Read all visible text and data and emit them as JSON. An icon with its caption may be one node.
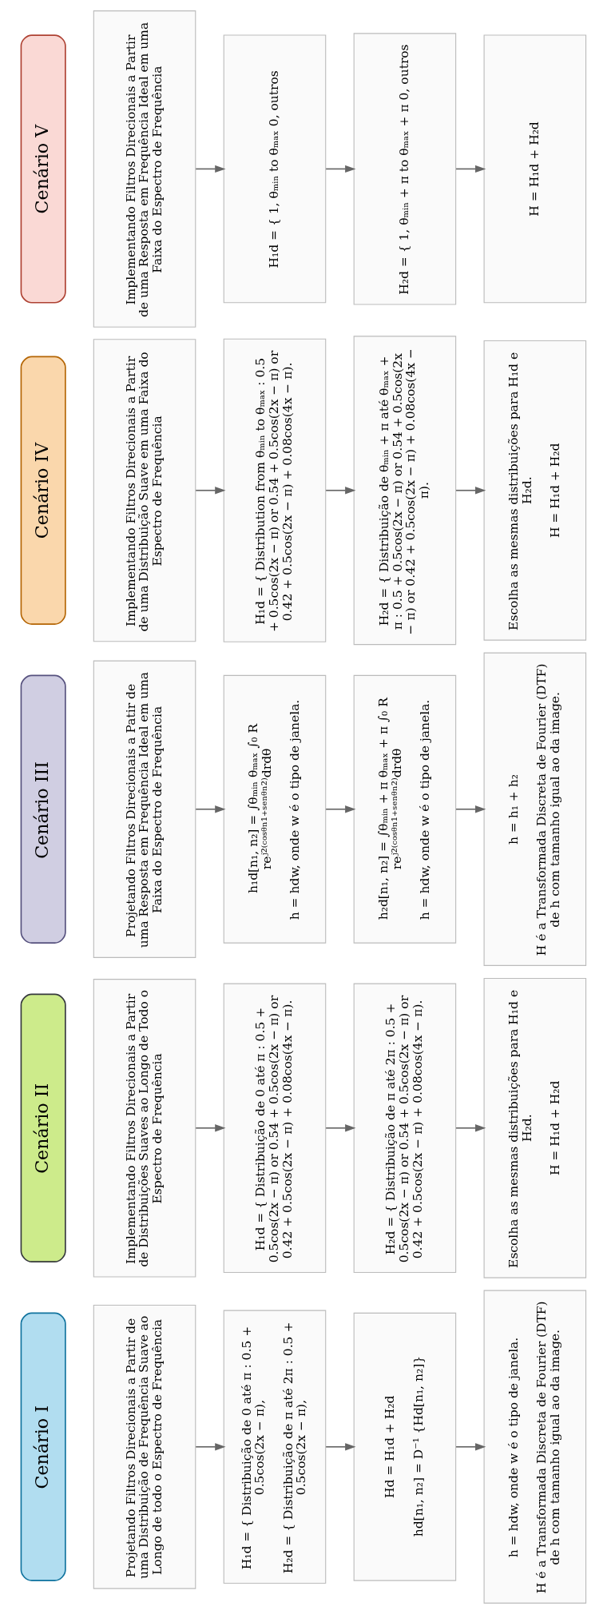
{
  "diagram": {
    "nodes": [
      {
        "text": [
          "Cenário I"
        ]
      },
      {
        "text": [
          "Projetando Filtros Direcionais a Partir de uma Distribuição de Frequência Suave ao Longo de todo o Espectro de Frequência"
        ]
      },
      {
        "text": [
          "H₁d = { Distribuição de 0 até π : 0.5 + 0.5cos(2x − π),",
          "H₂d = { Distribuição de π até 2π : 0.5 + 0.5cos(2x − π),"
        ]
      },
      {
        "text": [
          "Hd = H₁d + H₂d",
          "hd[n₁, n₂] = D⁻¹ {Hd[n₁, n₂]}"
        ]
      },
      {
        "text": [
          "h = hdw, onde w é o tipo de janela.",
          "H é a Transformada Discreta de Fourier (DTF) de h com tamanho igual ao da image."
        ]
      },
      {
        "text": [
          "Cenário II"
        ]
      },
      {
        "text": [
          "Implementando Filtros Direcionais a Partir de Distribuições Suaves ao Longo de Todo o Espectro de Frequência"
        ]
      },
      {
        "text": [
          "H₁d = { Distribuição de 0 até π : 0.5 + 0.5cos(2x − π) or 0.54 + 0.5cos(2x − π) or 0.42 + 0.5cos(2x − π) + 0.08cos(4x − π)."
        ]
      },
      {
        "text": [
          "H₂d = { Distribuição de π até 2π : 0.5 + 0.5cos(2x − π) or 0.54 + 0.5cos(2x − π) or 0.42 + 0.5cos(2x − π) + 0.08cos(4x − π)."
        ]
      },
      {
        "text": [
          "Escolha as mesmas distribuições para H₁d e H₂d.",
          "H = H₁d + H₂d"
        ]
      },
      {
        "text": [
          "Cenário III"
        ]
      },
      {
        "text": [
          "Projetando Filtros Direcionais a Patir de uma Resposta em Frequência Ideal em uma Faixa do Espectro de Frequência"
        ]
      },
      {
        "text": [
          "h₁d[n₁, n₂] = ∫θₘᵢₙ θₘₐₓ ∫₀ R reʲ²⁽ᶜᵒˢᶿⁿ¹⁺ˢᵉⁿᶿⁿ²⁾drdθ",
          "h = hdw, onde w é o tipo de janela."
        ]
      },
      {
        "text": [
          "h₂d[n₁, n₂] = ∫θₘᵢₙ + π θₘₐₓ + π ∫₀ R reʲ²⁽ᶜᵒˢᶿⁿ¹⁺ˢᵉⁿᶿⁿ²⁾drdθ",
          "h = hdw, onde w é o tipo de janela."
        ]
      },
      {
        "text": [
          "h = h₁ + h₂",
          "H é a Transformada Discreta de Fourier (DTF) de h com tamanho igual ao da image."
        ]
      },
      {
        "text": [
          "Cenário IV"
        ]
      },
      {
        "text": [
          "Implementando Filtros Direcionais a Partir de uma Distribuição Suave em uma Faixa do Espectro de Frequência"
        ]
      },
      {
        "text": [
          "H₁d = { Distribution from θₘᵢₙ to θₘₐₓ : 0.5 + 0.5cos(2x − π) or 0.54 + 0.5cos(2x − π) or 0.42 + 0.5cos(2x − π) + 0.08cos(4x − π)."
        ]
      },
      {
        "text": [
          "H₂d = { Distribuição de θₘᵢₙ + π até θₘₐₓ + π : 0.5 + 0.5cos(2x − π) or 0.54 + 0.5cos(2x − π) or 0.42 + 0.5cos(2x − π) + 0.08cos(4x − π)."
        ]
      },
      {
        "text": [
          "Escolha as mesmas distribuições para H₁d e H₂d.",
          "H = H₁d + H₂d"
        ]
      },
      {
        "text": [
          "Cenário V"
        ]
      },
      {
        "text": [
          "Implementando Filtros Direcionais a Partir de uma Resposta em Frequência Ideal em uma Faixa do Espectro de Frequência"
        ]
      },
      {
        "text": [
          "H₁d = { 1, θₘᵢₙ to θₘₐₓ 0, outros"
        ]
      },
      {
        "text": [
          "H₂d = { 1, θₘᵢₙ + π to θₘₐₓ + π 0, outros"
        ]
      },
      {
        "text": [
          "H = H₁d + H₂d"
        ]
      }
    ],
    "edges": [
      {
        "from": 1,
        "to": 2,
        "arrow": "to"
      },
      {
        "from": 2,
        "to": 3,
        "arrow": "to"
      },
      {
        "from": 3,
        "to": 4,
        "arrow": "to"
      },
      {
        "from": 6,
        "to": 7,
        "arrow": "to"
      },
      {
        "from": 7,
        "to": 8,
        "arrow": "to"
      },
      {
        "from": 8,
        "to": 9,
        "arrow": "to"
      },
      {
        "from": 11,
        "to": 12,
        "arrow": "to"
      },
      {
        "from": 12,
        "to": 13,
        "arrow": "to"
      },
      {
        "from": 13,
        "to": 14,
        "arrow": "to"
      },
      {
        "from": 16,
        "to": 17,
        "arrow": "to"
      },
      {
        "from": 17,
        "to": 18,
        "arrow": "to"
      },
      {
        "from": 18,
        "to": 19,
        "arrow": "to"
      },
      {
        "from": 21,
        "to": 22,
        "arrow": "to"
      },
      {
        "from": 22,
        "to": 23,
        "arrow": "to"
      },
      {
        "from": 23,
        "to": 24,
        "arrow": "to"
      }
    ]
  }
}
